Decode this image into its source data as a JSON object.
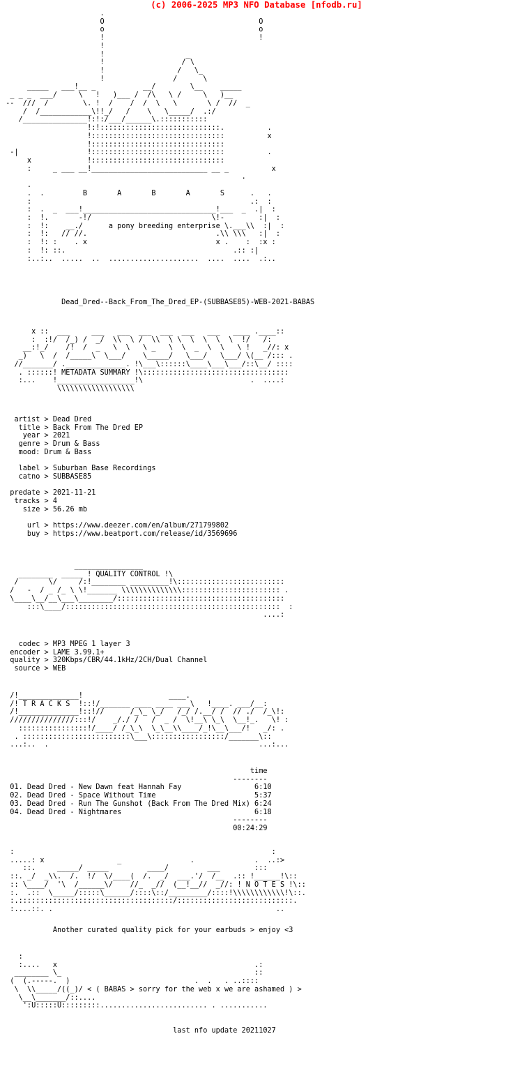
{
  "page": {
    "background_color": "#ffffff",
    "text_color": "#000000",
    "accent_color": "#ff0000"
  },
  "header": {
    "banner": "(c) 2006-2025 MP3 NFO Database [nfodb.ru]"
  },
  "ascii": {
    "logo_top": "                       .\n                       O                                    O\n                       o                                    o\n                       !                                    !\n                       !\n                       !                   _\n                       !                  / \\\n                       !                 /   \\_\n                       !                /      \\\n      _____   ___!__ _           __/        \\__    _____\n  _ _ _  ___/     \\   !   )___ /  /\\   \\ /     \\   )__\n --  ///  /        \\. !  /    /  /  \\   \\       \\ /  //  _\n     /  /____________\\!!_/   /    \\   \\_____/  .:/\n    /_______________!:!:/___/______\\.:::::::::::\n                    !:!::::::::::::::::::::::::::::.          .\n                    !:::::::::::::::::::::::::::::::          x\n                    !:::::::::::::::::::::::::::::::\n  -|                !:::::::::::::::::::::::::::::::          .\n      x             !:::::::::::::::::::::::::::::::\n      :     _ ___ __!___________________________ __ _          x\n                                                        .\n      .\n      .  .         B       A       B       A       S      .   .\n      :                                                   .:  :\n      :  .  _  ___!_______________________________!___  _  .|  :\n      :  !.       -!/                            \\!-        :|  :\n      :  !:    __./      a pony breeding enterprise \\.___\\\\  :|  :\n      :  !:   // //.                              .\\\\ \\\\\\   :|  :\n      :  !: :    . x                              x .    :  :x :\n      :  !: ::.                                       .:: :|\n      :..:..  .....  ..  .....................  ....  ....  .:..",
    "release_title": "              Dead_Dred--Back_From_The_Dred_EP-(SUBBASE85)-WEB-2021-BABAS",
    "metadata_header": "       x ::  ___     ___   ___  ___  ___  ___   ___   ____ .____::\n       :  :!/  /_) /  _/  \\\\  \\ /  \\\\  \\ \\  \\  \\  \\  \\  !/   /:\n     __:!_/    /!  /  _   \\  \\   \\ _   \\  \\  _  \\  \\   \\ !   _//: x\n    _)   \\  /  /_____\\  \\___/    \\_____/   \\___/   \\___/ \\(__ /::: .\n   //_______/ .______________. !\\___\\::::::\\____\\___\\___/::\\__/ ::::\n    . ::::::! METADATA SUMMARY !\\::::::::::::::::::::::::::::::::::\n    :...    !__________________!\\                         .  ....:\n             \\\\\\\\\\\\\\\\\\\\\\\\\\\\\\\\\\\\",
    "quality_header": "                 ________________\n    ________  _____ ! QUALITY CONTROL !\\\n   /       \\/     /:!________ _________!\\:::::::::::::::::::::::::\n  /   -  / _ /_ \\ \\!_______ \\\\\\\\\\\\\\\\\\\\\\\\\\\\::::::::::::::::::::::: .\n  \\____\\__/__\\___\\________/:::::::::::::::::::::::::::::::::::::::\n      :::\\____/::::::::::::::::::::::::::::::::::::::::::::::::::  :\n                                                             ....:",
    "tracks_header": "  /!______________!                    ____.\n  /! T R A C K S  !::!/_______ ____ ____ ___\\   !____. ___/__:\n  /!______________!::!//      /_\\_ \\_/   /_/ /.__/ /  // ./  /_\\!:\n  ///////////////:::!/    _/./ /   /  _ /  \\!__\\ \\_\\  \\__!_.   \\! :\n    ::::::::::::::::!/____/ /_\\_\\  \\_\\__\\\\____/_!\\__\\___/!   _/: .\n   . :::::::::::::::::::::::::\\___\\:::::::::::::::::/_______\\::\n  ...:..  .                                                 ...:...",
    "notes_header": "  :                                                            :\n  .....: x                 _                .              .  ..:>\n     ::.     _____/ _____         ____/         ___        :::\n  ::. _/  _\\\\.  /.  !/  \\/____(  /.  _/  ___.'/  /__  .:: !______!\\::\n  :: \\____/  '\\  /______\\/    //_  _//  (__!__//  _//: ! N O T E S !\\::\n  :.  .::  \\_____/:::::\\______/::::\\::/_________/::::!\\\\\\\\\\\\\\\\\\\\\\\\!\\::.\n  :.::::::::::::::::::::::::::::::::::::/:::::::::::::::::::::::::::.\n  :....::. .                                                    ..",
    "footer_art": "    :\n    :....   x                                              .:\n   ________ \\_                                             ::\n  (  (.-----.  )                             .  .   . ..::::\n   \\  \\\\_____/((_)/",
    "footer_art_tail": "    \\__\\_______/::....\n     ':U:::::U:::::::::......................... . ..........."
  },
  "metadata": {
    "rows": [
      {
        "key": "artist",
        "sep": ">",
        "value": "Dead Dred"
      },
      {
        "key": "title",
        "sep": ">",
        "value": "Back From The Dred EP"
      },
      {
        "key": "year",
        "sep": ">",
        "value": "2021"
      },
      {
        "key": "genre",
        "sep": ">",
        "value": "Drum & Bass"
      },
      {
        "key": "mood:",
        "sep": "",
        "value": "Drum & Bass"
      },
      {
        "key": "label",
        "sep": ">",
        "value": "Suburban Base Recordings"
      },
      {
        "key": "catno",
        "sep": ">",
        "value": "SUBBASE85"
      },
      {
        "key": "predate",
        "sep": ">",
        "value": "2021-11-21"
      },
      {
        "key": "tracks",
        "sep": ">",
        "value": "4"
      },
      {
        "key": "size",
        "sep": ">",
        "value": "56.26 mb"
      },
      {
        "key": "url",
        "sep": ">",
        "value": "https://www.deezer.com/en/album/271799802"
      },
      {
        "key": "buy",
        "sep": ">",
        "value": "https://www.beatport.com/release/id/3569696"
      }
    ],
    "block": "   artist > Dead Dred\n    title > Back From The Dred EP\n     year > 2021\n    genre > Drum & Bass\n    mood: Drum & Bass\n\n    label > Suburban Base Recordings\n    catno > SUBBASE85\n\n  predate > 2021-11-21\n   tracks > 4\n     size > 56.26 mb\n\n      url > https://www.deezer.com/en/album/271799802\n      buy > https://www.beatport.com/release/id/3569696"
  },
  "quality": {
    "rows": [
      {
        "key": "codec",
        "sep": ">",
        "value": "MP3 MPEG 1 layer 3"
      },
      {
        "key": "encoder",
        "sep": ">",
        "value": "LAME 3.99.1+"
      },
      {
        "key": "quality",
        "sep": ">",
        "value": "320Kbps/CBR/44.1kHz/2CH/Dual Channel"
      },
      {
        "key": "source",
        "sep": ">",
        "value": "WEB"
      }
    ],
    "block": "    codec > MP3 MPEG 1 layer 3\n  encoder > LAME 3.99.1+\n  quality > 320Kbps/CBR/44.1kHz/2CH/Dual Channel\n   source > WEB"
  },
  "tracklist": {
    "time_column_header": "time",
    "rule": "--------",
    "total": "00:24:29",
    "items": [
      {
        "num": "01.",
        "artist": "Dead Dred",
        "dash": "-",
        "title": "New Dawn feat Hannah Fay",
        "time": "6:10"
      },
      {
        "num": "02.",
        "artist": "Dead Dred",
        "dash": "-",
        "title": "Space Without Time",
        "time": "5:37"
      },
      {
        "num": "03.",
        "artist": "Dead Dred",
        "dash": "-",
        "title": "Run The Gunshot (Back From The Dred Mix)",
        "time": "6:24"
      },
      {
        "num": "04.",
        "artist": "Dead Dred",
        "dash": "-",
        "title": "Nightmares",
        "time": "6:18"
      }
    ],
    "block": "                                                          time\n                                                      --------\n  01. Dead Dred - New Dawn feat Hannah Fay                 6:10\n  02. Dead Dred - Space Without Time                       5:37\n  03. Dead Dred - Run The Gunshot (Back From The Dred Mix) 6:24\n  04. Dead Dred - Nightmares                               6:18\n                                                      --------\n                                                      00:24:29"
  },
  "notes": {
    "text": "Another curated quality pick for your earbuds > enjoy <3",
    "block": "            Another curated quality pick for your earbuds > enjoy <3"
  },
  "footer": {
    "group_tag": "< ( BABAS > sorry for the web x we are ashamed ) >",
    "last_update_label": "last nfo update",
    "last_update_value": "20211027",
    "last_update_line": "                                        last nfo update 20211027"
  },
  "labels": {
    "metadata_summary": "METADATA SUMMARY",
    "quality_control": "QUALITY CONTROL",
    "tracks": "T R A C K S",
    "notes": "N O T E S",
    "babas_letters": "B   A   B   A   S",
    "tagline": "a pony breeding enterprise"
  }
}
